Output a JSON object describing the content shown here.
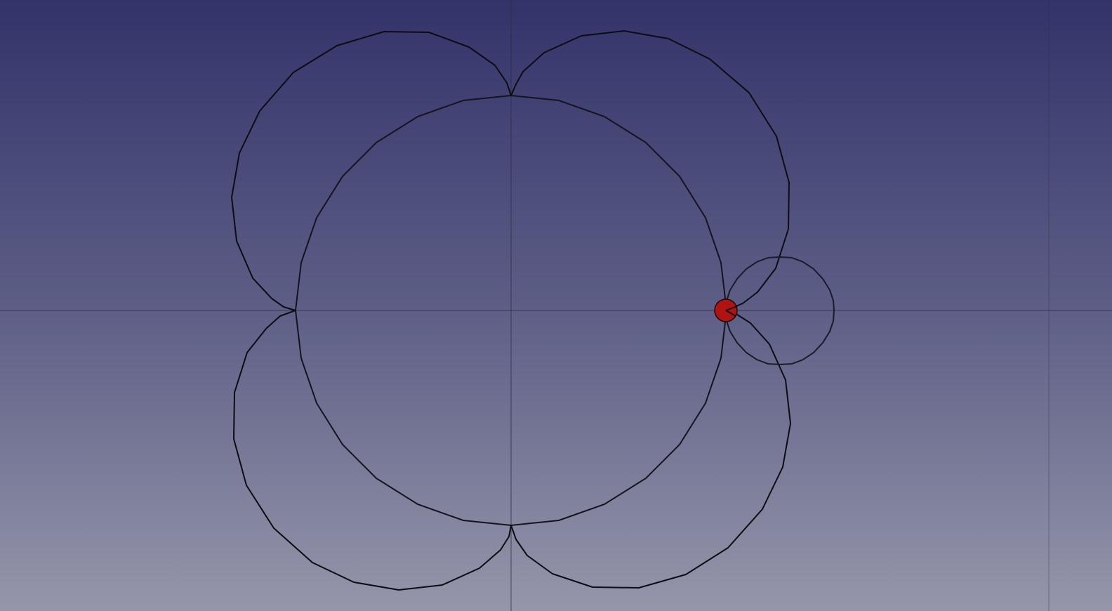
{
  "view": {
    "background_top": "#33336a",
    "background_bottom": "#9596aa",
    "axis_color": "#2a2a44",
    "curve_color": "#0c0c12",
    "marker_color": "#b11212"
  },
  "scene": {
    "objects": [
      "horizontal-axis",
      "vertical-axis",
      "epicycloid-curve",
      "base-circle",
      "rolling-circle",
      "tracer-point"
    ]
  }
}
